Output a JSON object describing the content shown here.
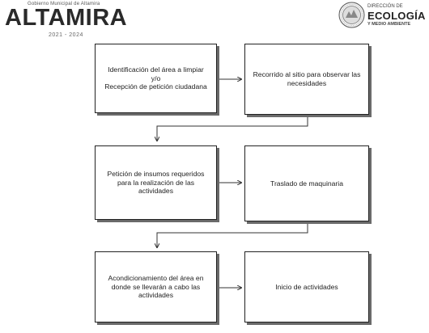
{
  "header": {
    "tagline": "Gobierno Municipal de Altamira",
    "logo_text": "ALTAMIRA",
    "years": "2021 - 2024",
    "dept_line1": "DIRECCIÓN DE",
    "dept_line2": "ECOLOGÍA",
    "dept_line3": "Y MEDIO AMBIENTE"
  },
  "flow": {
    "step1": {
      "line1": "Identificación del área a limpiar",
      "line2": "y/o",
      "line3": "Recepción de petición ciudadana"
    },
    "step2": "Recorrido al sitio para observar las necesidades",
    "step3": "Petición de insumos requeridos para la realización de las actividades",
    "step4": "Traslado de maquinaria",
    "step5": "Acondicionamiento del área en donde se llevarán a cabo las actividades",
    "step6": "Inicio de actividades"
  }
}
